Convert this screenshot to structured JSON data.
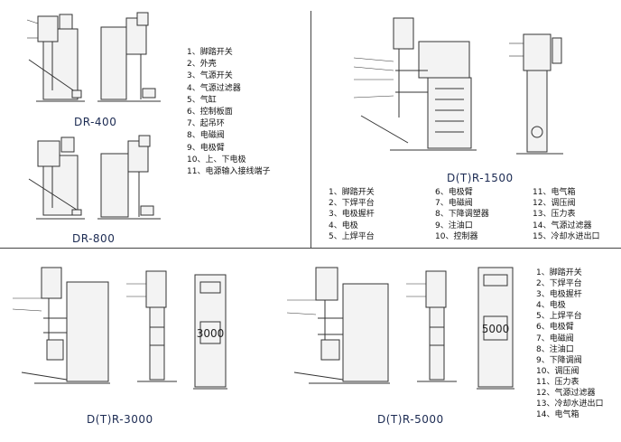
{
  "titles": {
    "dr400": "DR-400",
    "dr800": "DR-800",
    "dtr1500": "D(T)R-1500",
    "dtr3000": "D(T)R-3000",
    "dtr5000": "D(T)R-5000"
  },
  "legend_dr": [
    "1、脚踏开关",
    "2、外壳",
    "3、气源开关",
    "4、气源过滤器",
    "5、气缸",
    "6、控制板面",
    "7、起吊环",
    "8、电磁阀",
    "9、电极臂",
    "10、上、下电极",
    "11、电源输入接线端子"
  ],
  "legend_1500": {
    "col1": [
      "1、脚踏开关",
      "2、下焊平台",
      "3、电极握杆",
      "4、电极",
      "5、上焊平台"
    ],
    "col2": [
      "6、电极臂",
      "7、电磁阀",
      "8、下降调塑器",
      "9、注油口",
      "10、控制器"
    ],
    "col3": [
      "11、电气箱",
      "12、调压阀",
      "13、压力表",
      "14、气源过滤器",
      "15、冷却水进出口"
    ]
  },
  "legend_5000": [
    "1、脚踏开关",
    "2、下焊平台",
    "3、电极握杆",
    "4、电极",
    "5、上焊平台",
    "6、电极臂",
    "7、电磁阀",
    "8、注油口",
    "9、下降调阀",
    "10、调压阀",
    "11、压力表",
    "12、气源过滤器",
    "13、冷却水进出口",
    "14、电气箱"
  ],
  "box_labels": {
    "dtr3000": "3000",
    "dtr5000": "5000"
  }
}
